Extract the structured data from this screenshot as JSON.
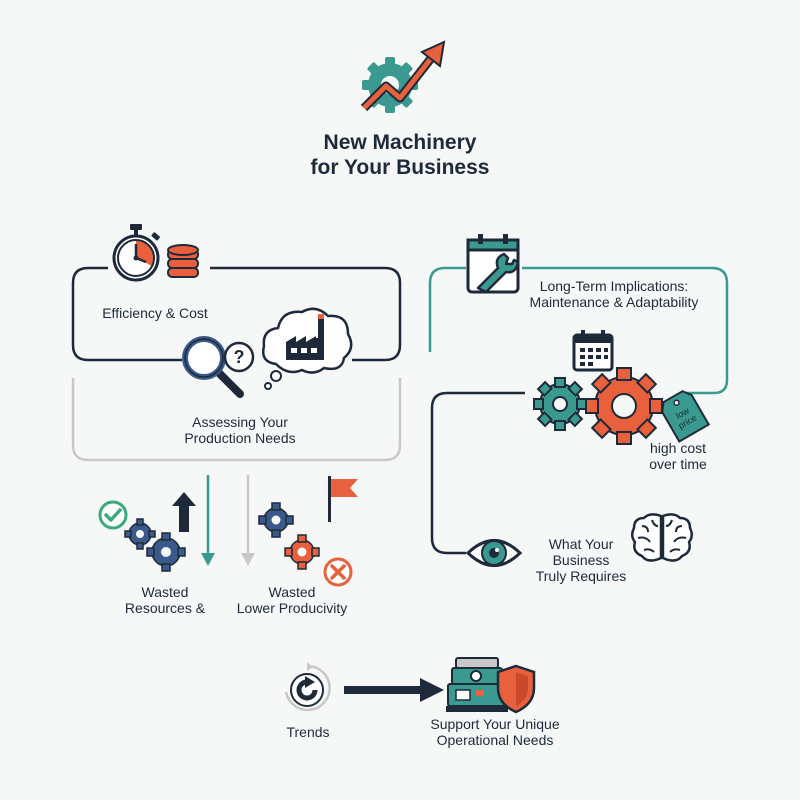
{
  "title": {
    "line1": "New Machinery",
    "line2": "for Your Business"
  },
  "left_panel": {
    "efficiency_label": "Efficiency & Cost",
    "assessing_line1": "Assessing Your",
    "assessing_line2": "Production Needs",
    "question_mark": "?"
  },
  "outcomes": {
    "left_line1": "Wasted",
    "left_line2": "Resources &",
    "right_line1": "Wasted",
    "right_line2": "Lower Producivity"
  },
  "right_panel": {
    "longterm_line1": "Long-Term Implications:",
    "longterm_line2": "Maintenance & Adaptability",
    "tag_line1": "low",
    "tag_line2": "price",
    "high_cost_line1": "high cost",
    "high_cost_line2": "over time",
    "requires_line1": "What Your",
    "requires_line2": "Business",
    "requires_line3": "Truly Requires"
  },
  "bottom": {
    "trends_label": "Trends",
    "support_line1": "Support Your Unique",
    "support_line2": "Operational Needs"
  },
  "colors": {
    "navy": "#1e2a3a",
    "teal": "#3a9a90",
    "orange": "#e8603c",
    "blue": "#3a5a8c",
    "green": "#3aaa7a",
    "gray": "#c8c8c8"
  }
}
